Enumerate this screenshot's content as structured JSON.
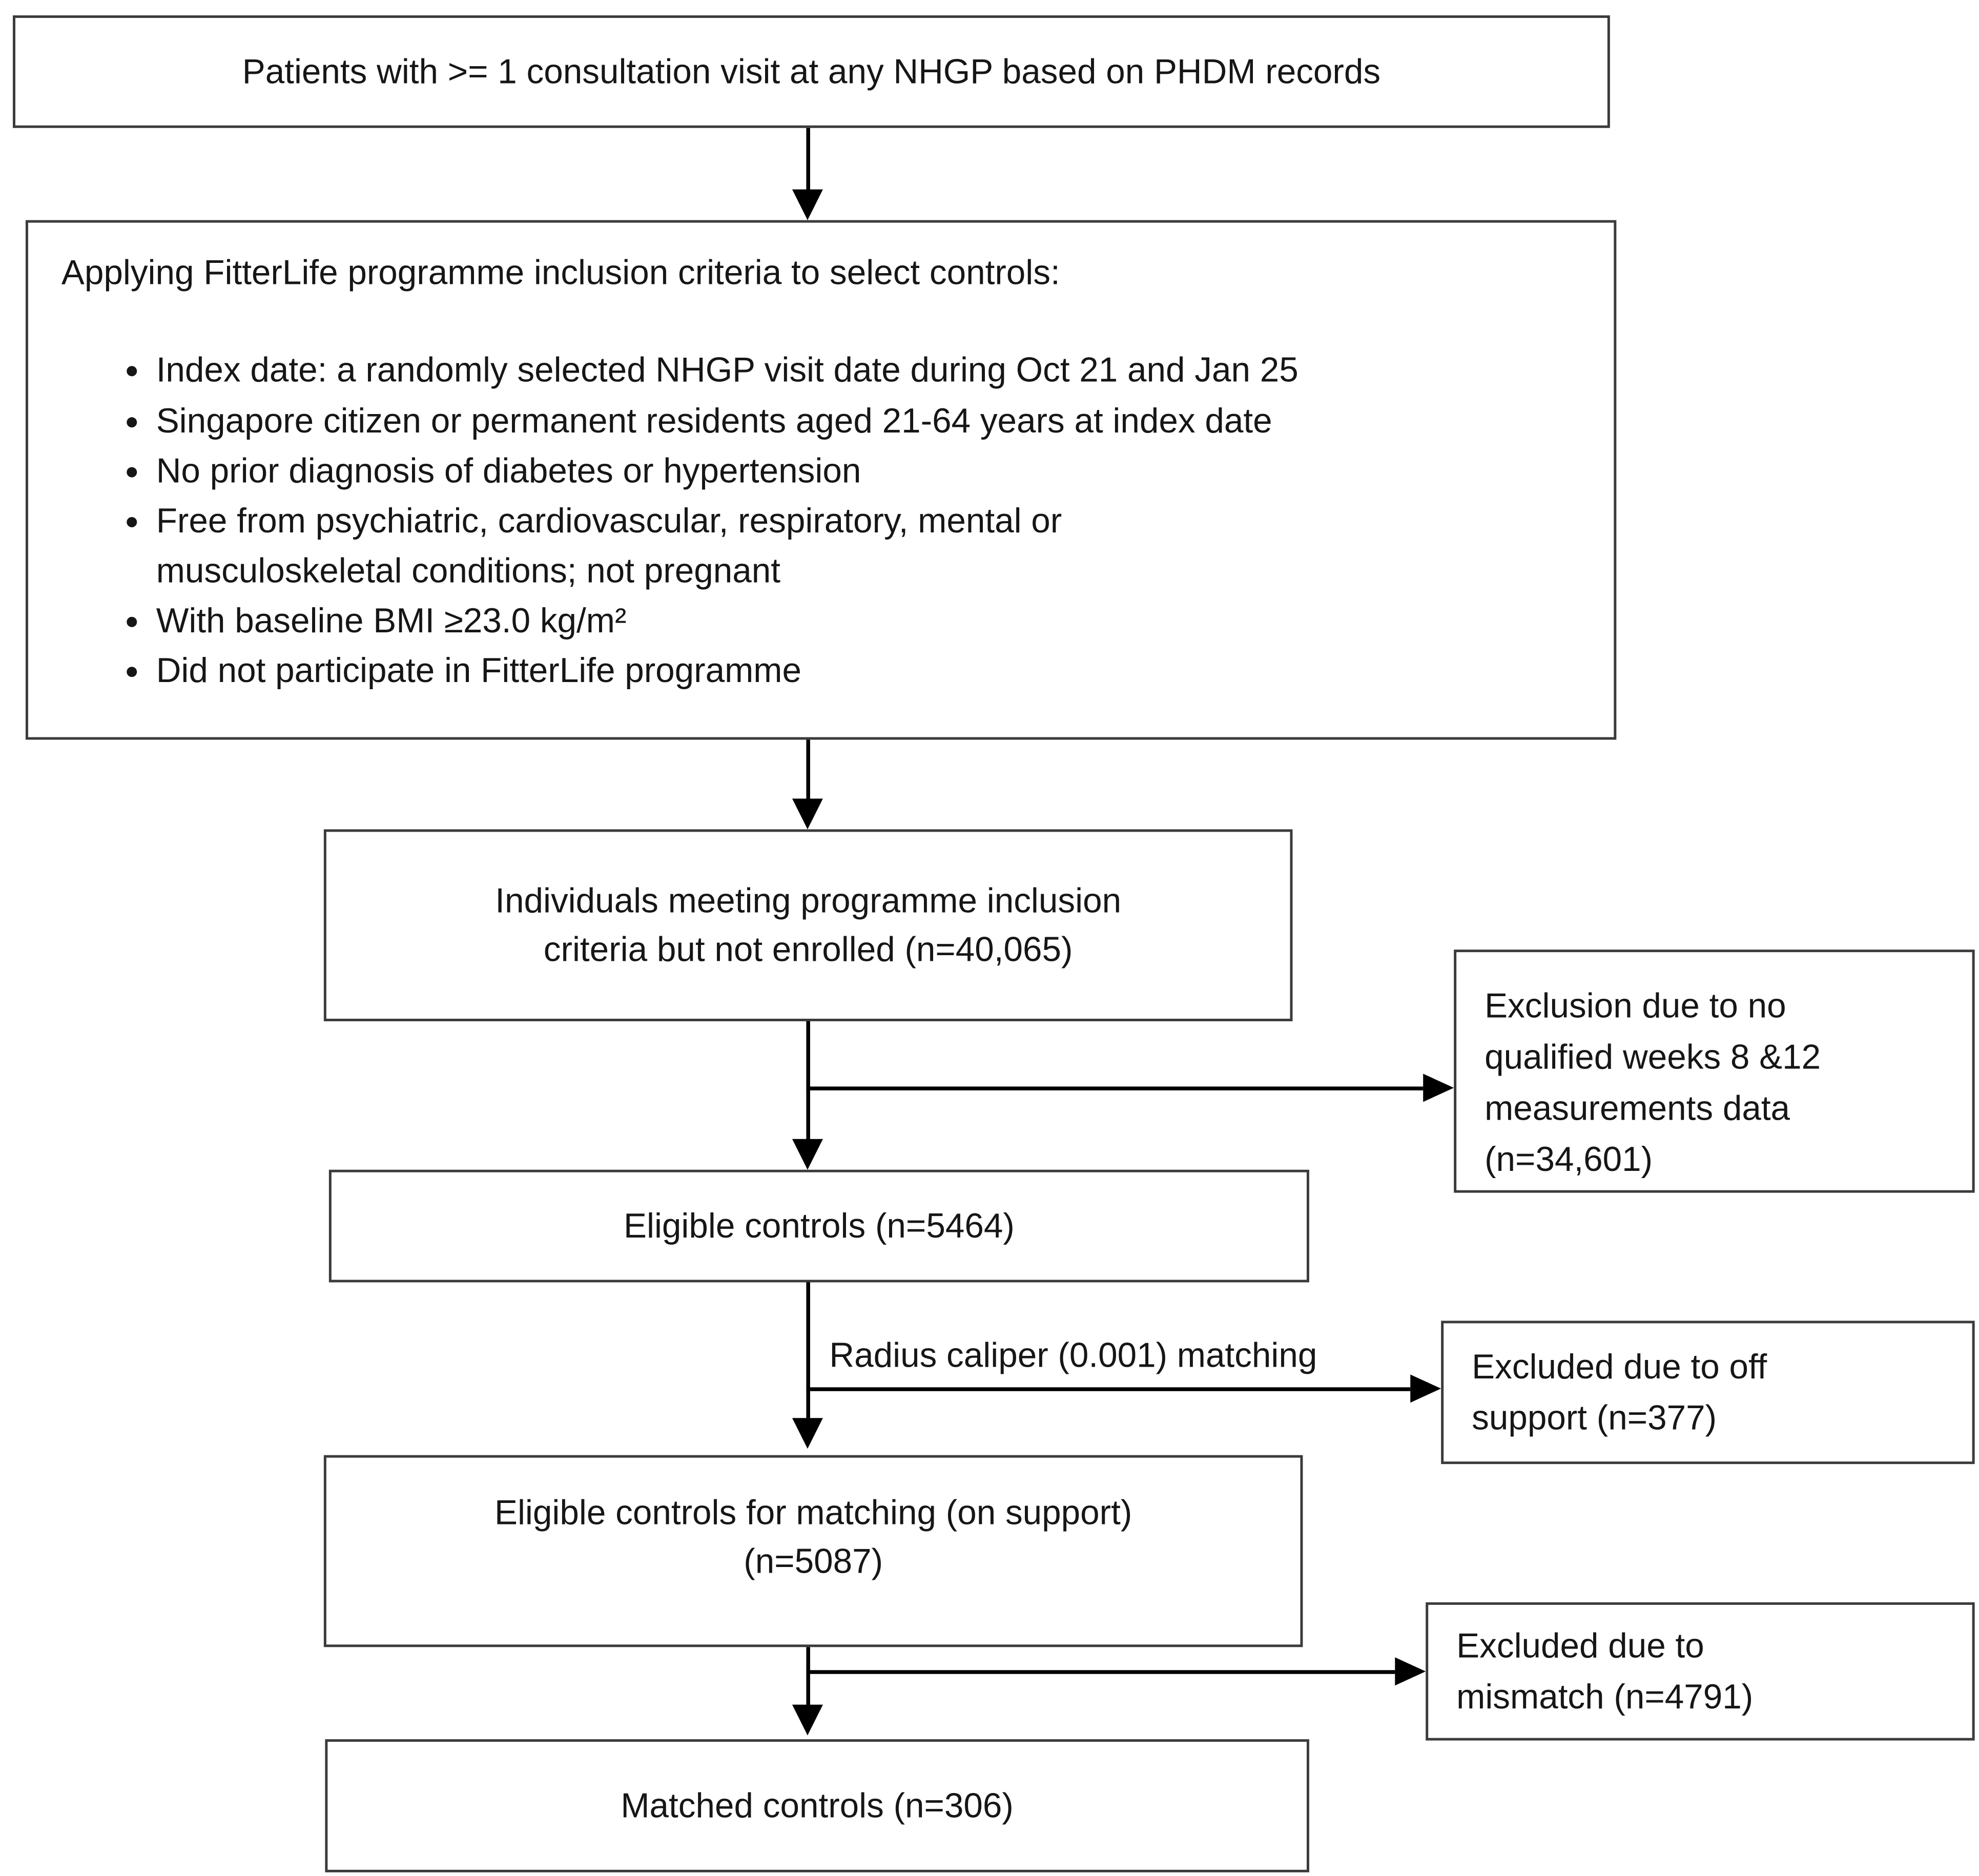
{
  "page": {
    "background": "#ffffff",
    "box_border_color": "#3b3b3b",
    "arrow_color": "#000000",
    "text_color": "#161616"
  },
  "flow": {
    "top_box": {
      "text": "Patients with >= 1 consultation visit at any NHGP based on PHDM records"
    },
    "criteria_box": {
      "title": "Applying FitterLife programme inclusion criteria to select controls:",
      "bullets": [
        "Index date: a randomly selected NHGP visit date during Oct 21 and Jan 25",
        "Singapore citizen or permanent residents aged 21-64 years at index date",
        "No prior diagnosis of diabetes or hypertension",
        "Free from psychiatric, cardiovascular, respiratory, mental or\nmusculoskeletal conditions; not pregnant",
        "With baseline BMI ≥23.0 kg/m²",
        "Did not participate in FitterLife programme"
      ]
    },
    "meeting_box": {
      "lines": [
        "Individuals meeting programme inclusion",
        "criteria but not enrolled (n=40,065)"
      ]
    },
    "exclusion_measurements_box": {
      "lines": [
        "Exclusion due to no",
        "qualified weeks 8 &12",
        "measurements data",
        "(n=34,601)"
      ]
    },
    "eligible_box": {
      "text": "Eligible controls (n=5464)"
    },
    "matching_label": "Radius caliper (0.001) matching",
    "off_support_box": {
      "lines": [
        "Excluded due to off",
        "support (n=377)"
      ]
    },
    "eligible_matching_box": {
      "lines": [
        "Eligible controls for matching (on support)",
        "(n=5087)"
      ]
    },
    "mismatch_box": {
      "lines": [
        "Excluded due to",
        "mismatch (n=4791)"
      ]
    },
    "matched_box": {
      "text": "Matched controls (n=306)"
    }
  }
}
